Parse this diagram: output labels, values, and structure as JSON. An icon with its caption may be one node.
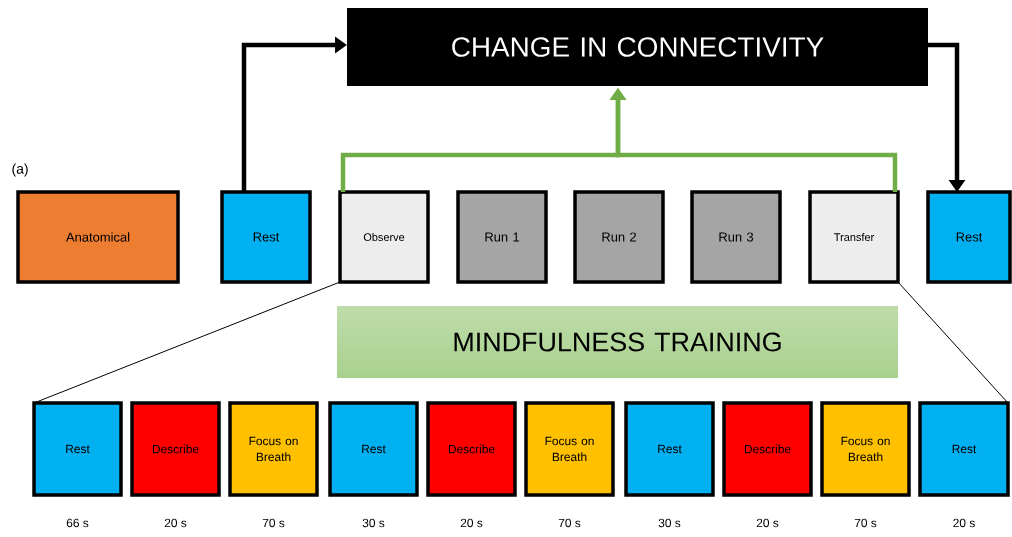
{
  "diagram": {
    "nodes": [
      {
        "text": [
          "CHANGE IN CONNECTIVITY"
        ]
      },
      {
        "text": [
          "Anatomical"
        ]
      },
      {
        "text": [
          "Rest"
        ]
      },
      {
        "text": [
          "Observe"
        ]
      },
      {
        "text": [
          "Run 1"
        ]
      },
      {
        "text": [
          "Run 2"
        ]
      },
      {
        "text": [
          "Run 3"
        ]
      },
      {
        "text": [
          "Transfer"
        ]
      },
      {
        "text": [
          "Rest"
        ]
      },
      {
        "text": [
          "MINDFULNESS TRAINING"
        ]
      },
      {
        "text": [
          "Rest"
        ],
        "beside": [
          "66 s"
        ]
      },
      {
        "text": [
          "Describe"
        ],
        "beside": [
          "20 s"
        ]
      },
      {
        "text": [
          "Focus on Breath"
        ],
        "beside": [
          "70 s"
        ]
      },
      {
        "text": [
          "Rest"
        ],
        "beside": [
          "30 s"
        ]
      },
      {
        "text": [
          "Describe"
        ],
        "beside": [
          "20 s"
        ]
      },
      {
        "text": [
          "Focus on Breath"
        ],
        "beside": [
          "70 s"
        ]
      },
      {
        "text": [
          "Rest"
        ],
        "beside": [
          "30 s"
        ]
      },
      {
        "text": [
          "Describe"
        ],
        "beside": [
          "20 s"
        ]
      },
      {
        "text": [
          "Focus on Breath"
        ],
        "beside": [
          "70 s"
        ]
      },
      {
        "text": [
          "Rest"
        ],
        "beside": [
          "20 s"
        ]
      }
    ],
    "edges": [
      {
        "from": 2,
        "to": 0,
        "arrow": "to"
      },
      {
        "from": 0,
        "to": 8,
        "arrow": "to"
      },
      {
        "from": 3,
        "to": 0,
        "arrow": "to",
        "color": "#70ad47"
      },
      {
        "from": 7,
        "to": 0,
        "arrow": "to",
        "color": "#70ad47"
      },
      {
        "from": 3,
        "to": 10,
        "arrow": "none"
      },
      {
        "from": 7,
        "to": 19,
        "arrow": "none"
      }
    ],
    "labels": [
      "(a)"
    ]
  }
}
